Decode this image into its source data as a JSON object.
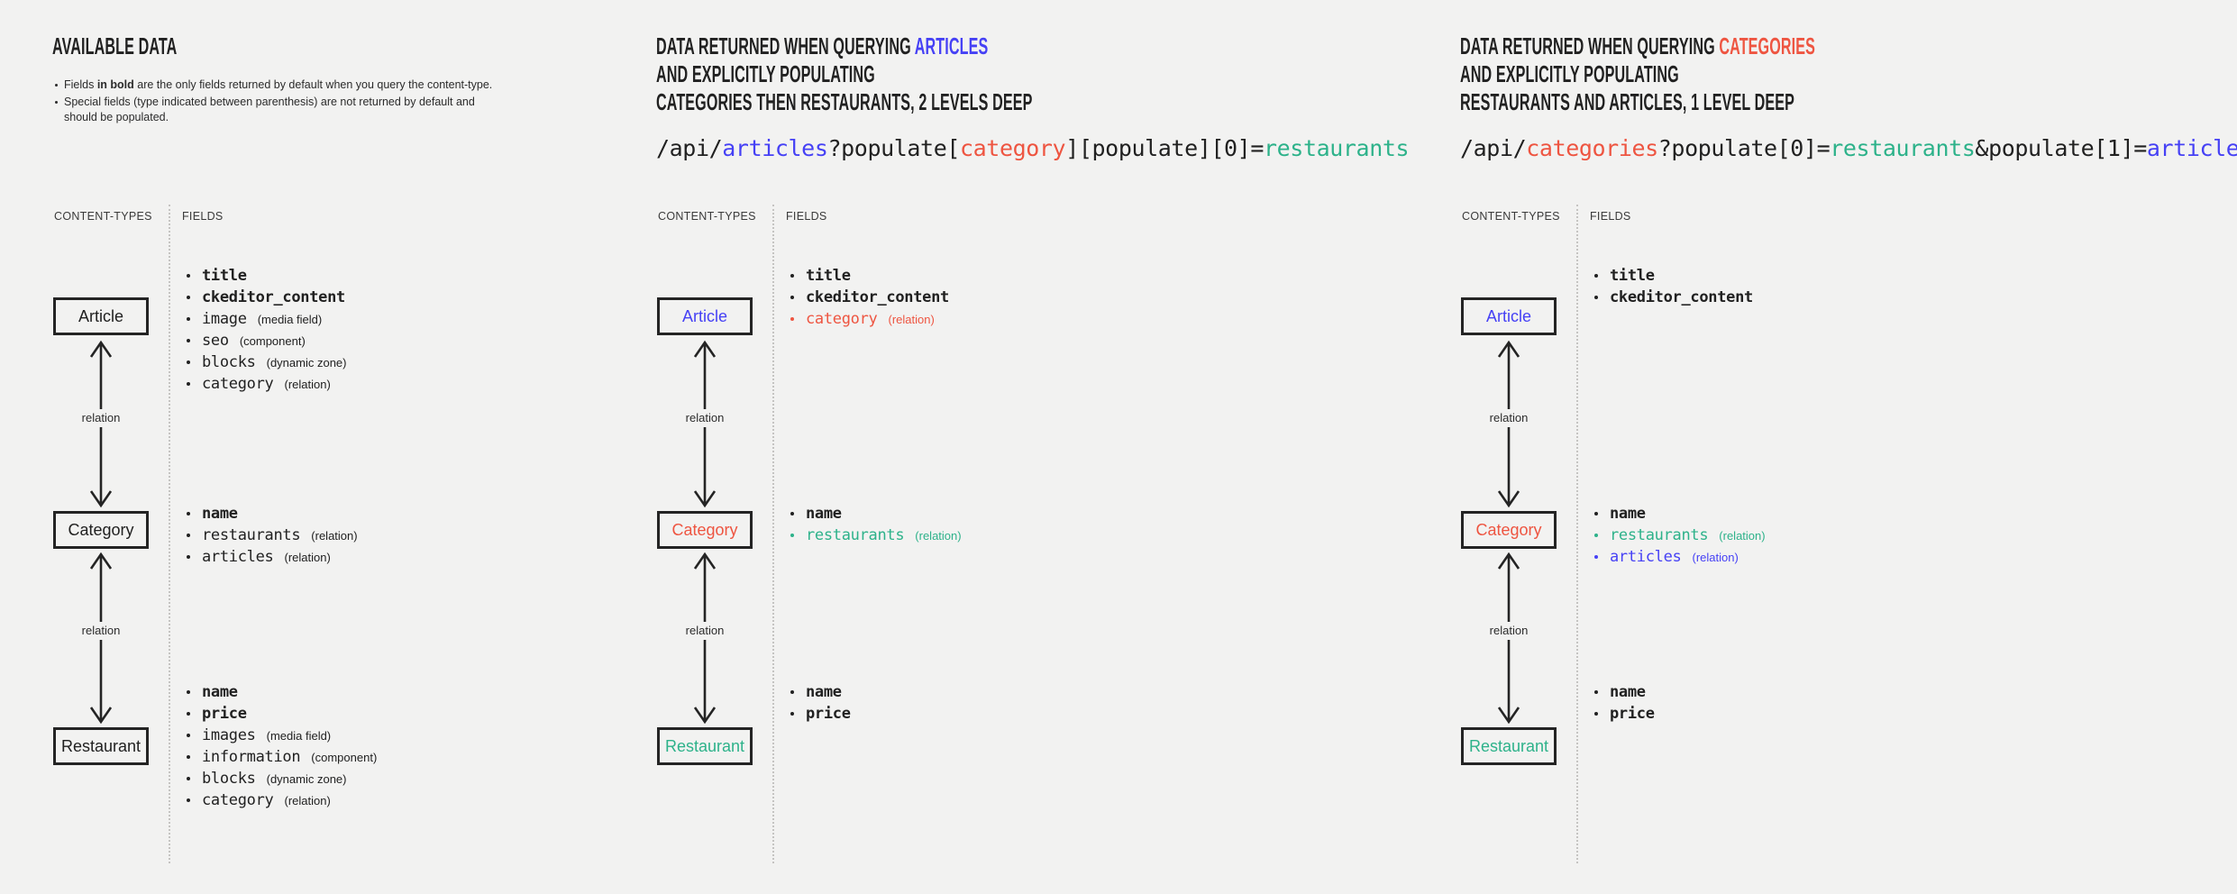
{
  "colors": {
    "page_bg": "#f2f2f1",
    "ink": "#212121",
    "blue": "#4641f5",
    "red": "#ee5541",
    "teal": "#2db28a"
  },
  "labels": {
    "content_types": "CONTENT-TYPES",
    "fields": "FIELDS",
    "relation": "relation"
  },
  "columns": [
    {
      "id": "available-data",
      "title_lines": [
        [
          {
            "t": "AVAILABLE DATA",
            "c": "ink"
          }
        ]
      ],
      "notes": [
        [
          {
            "t": "Fields "
          },
          {
            "t": "in bold",
            "b": true
          },
          {
            "t": " are the only fields returned by default when you query the content-type."
          }
        ],
        [
          {
            "t": "Special fields (type indicated between parenthesis) are not returned by default and should be populated."
          }
        ]
      ],
      "nodes": [
        {
          "label": "Article",
          "c": "ink",
          "fields": [
            {
              "name": "title",
              "bold": true
            },
            {
              "name": "ckeditor_content",
              "bold": true
            },
            {
              "name": "image",
              "type": "(media field)"
            },
            {
              "name": "seo",
              "type": "(component)"
            },
            {
              "name": "blocks",
              "type": "(dynamic zone)"
            },
            {
              "name": "category",
              "type": "(relation)"
            }
          ]
        },
        {
          "label": "Category",
          "c": "ink",
          "fields": [
            {
              "name": "name",
              "bold": true
            },
            {
              "name": "restaurants",
              "type": "(relation)"
            },
            {
              "name": "articles",
              "type": "(relation)"
            }
          ]
        },
        {
          "label": "Restaurant",
          "c": "ink",
          "fields": [
            {
              "name": "name",
              "bold": true
            },
            {
              "name": "price",
              "bold": true
            },
            {
              "name": "images",
              "type": "(media field)"
            },
            {
              "name": "information",
              "type": "(component)"
            },
            {
              "name": "blocks",
              "type": "(dynamic zone)"
            },
            {
              "name": "category",
              "type": "(relation)"
            }
          ]
        }
      ]
    },
    {
      "id": "query-articles",
      "title_lines": [
        [
          {
            "t": "DATA RETURNED WHEN QUERYING ",
            "c": "ink"
          },
          {
            "t": "ARTICLES",
            "c": "blue"
          }
        ],
        [
          {
            "t": "AND EXPLICITLY POPULATING",
            "c": "ink"
          }
        ],
        [
          {
            "t": "CATEGORIES THEN RESTAURANTS, 2 LEVELS DEEP",
            "c": "ink"
          }
        ]
      ],
      "api": [
        {
          "t": "/api/",
          "c": "ink"
        },
        {
          "t": "articles",
          "c": "blue"
        },
        {
          "t": "?populate[",
          "c": "ink"
        },
        {
          "t": "category",
          "c": "red"
        },
        {
          "t": "][populate][0]=",
          "c": "ink"
        },
        {
          "t": "restaurants",
          "c": "teal"
        }
      ],
      "nodes": [
        {
          "label": "Article",
          "c": "blue",
          "fields": [
            {
              "name": "title",
              "bold": true
            },
            {
              "name": "ckeditor_content",
              "bold": true
            },
            {
              "name": "category",
              "type": "(relation)",
              "c": "red"
            }
          ]
        },
        {
          "label": "Category",
          "c": "red",
          "fields": [
            {
              "name": "name",
              "bold": true
            },
            {
              "name": "restaurants",
              "type": "(relation)",
              "c": "teal"
            }
          ]
        },
        {
          "label": "Restaurant",
          "c": "teal",
          "fields": [
            {
              "name": "name",
              "bold": true
            },
            {
              "name": "price",
              "bold": true
            }
          ]
        }
      ]
    },
    {
      "id": "query-categories",
      "title_lines": [
        [
          {
            "t": "DATA RETURNED WHEN QUERYING ",
            "c": "ink"
          },
          {
            "t": "CATEGORIES",
            "c": "red"
          }
        ],
        [
          {
            "t": "AND EXPLICITLY POPULATING",
            "c": "ink"
          }
        ],
        [
          {
            "t": "RESTAURANTS AND ARTICLES, 1 LEVEL DEEP",
            "c": "ink"
          }
        ]
      ],
      "api": [
        {
          "t": "/api/",
          "c": "ink"
        },
        {
          "t": "categories",
          "c": "red"
        },
        {
          "t": "?populate[0]=",
          "c": "ink"
        },
        {
          "t": "restaurants",
          "c": "teal"
        },
        {
          "t": "&populate[1]=",
          "c": "ink"
        },
        {
          "t": "articles",
          "c": "blue"
        }
      ],
      "nodes": [
        {
          "label": "Article",
          "c": "blue",
          "fields": [
            {
              "name": "title",
              "bold": true
            },
            {
              "name": "ckeditor_content",
              "bold": true
            }
          ]
        },
        {
          "label": "Category",
          "c": "red",
          "fields": [
            {
              "name": "name",
              "bold": true
            },
            {
              "name": "restaurants",
              "type": "(relation)",
              "c": "teal"
            },
            {
              "name": "articles",
              "type": "(relation)",
              "c": "blue"
            }
          ]
        },
        {
          "label": "Restaurant",
          "c": "teal",
          "fields": [
            {
              "name": "name",
              "bold": true
            },
            {
              "name": "price",
              "bold": true
            }
          ]
        }
      ]
    }
  ]
}
